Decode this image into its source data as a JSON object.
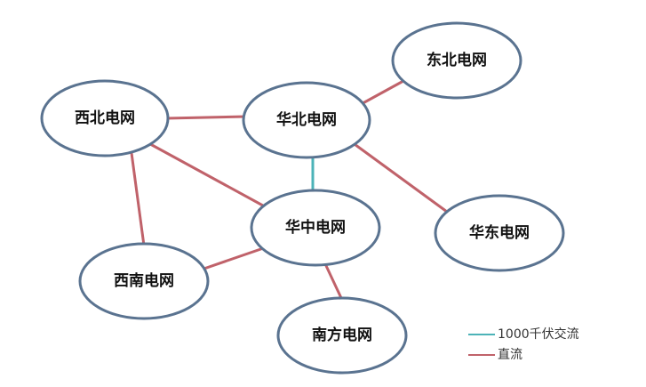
{
  "colors": {
    "ac_line": "#4cb3b8",
    "dc_line": "#c0626a",
    "node_border": "#5a7390"
  },
  "nodes": {
    "northwest": "西北电网",
    "north": "华北电网",
    "northeast": "东北电网",
    "central": "华中电网",
    "east": "华东电网",
    "southwest": "西南电网",
    "south": "南方电网"
  },
  "legend": {
    "ac_label": "1000千伏交流",
    "dc_label": "直流"
  },
  "edges": [
    {
      "from": "northwest",
      "to": "north",
      "type": "dc"
    },
    {
      "from": "north",
      "to": "northeast",
      "type": "dc"
    },
    {
      "from": "north",
      "to": "central",
      "type": "ac"
    },
    {
      "from": "north",
      "to": "east",
      "type": "dc"
    },
    {
      "from": "northwest",
      "to": "central",
      "type": "dc"
    },
    {
      "from": "northwest",
      "to": "southwest",
      "type": "dc"
    },
    {
      "from": "central",
      "to": "southwest",
      "type": "dc"
    },
    {
      "from": "central",
      "to": "south",
      "type": "dc"
    }
  ]
}
